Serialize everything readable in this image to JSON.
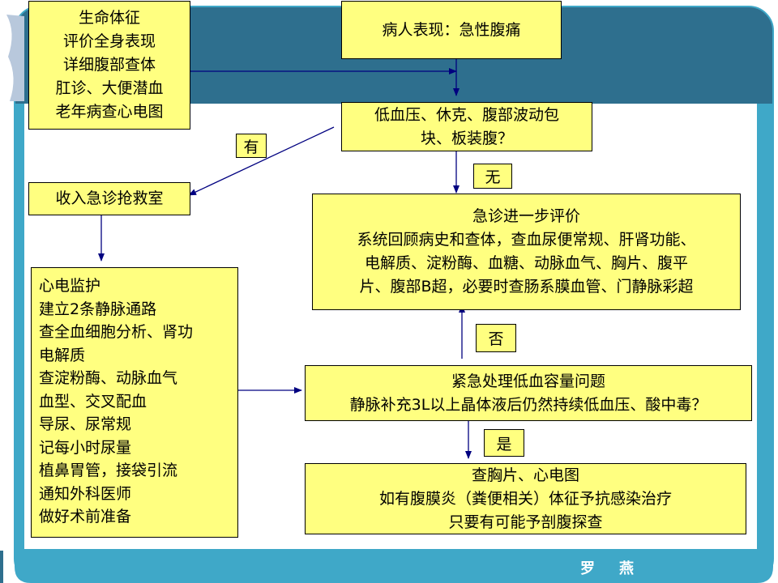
{
  "colors": {
    "frame": "#2e6f8e",
    "frame_edge": "#3fa8c8",
    "box_fill": "#ffff80",
    "arrow": "#000080",
    "author_text": "#ffffff"
  },
  "boxes": {
    "assessment": [
      "生命体征",
      "评价全身表现",
      "详细腹部查体",
      "肛诊、大便潜血",
      "老年病查心电图"
    ],
    "symptom": [
      "病人表现：急性腹痛"
    ],
    "shock_check": [
      "低血压、休克、腹部波动包",
      "块、板装腹？"
    ],
    "emergency_room": [
      "收入急诊抢救室"
    ],
    "further_eval": [
      "急诊进一步评价",
      "系统回顾病史和查体，查血尿便常规、肝肾功能、",
      "电解质、淀粉酶、血糖、动脉血气、胸片、腹平",
      "片、腹部B超，必要时查肠系膜血管、门静脉彩超"
    ],
    "rescue_measures": [
      "心电监护",
      "建立2条静脉通路",
      "查全血细胞分析、肾功",
      "电解质",
      "查淀粉酶、动脉血气",
      "血型、交叉配血",
      "导尿、尿常规",
      "记每小时尿量",
      "植鼻胃管，接袋引流",
      "通知外科医师",
      "做好术前准备"
    ],
    "hypovolemia": [
      "紧急处理低血容量问题",
      "静脉补充3L以上晶体液后仍然持续低血压、酸中毒？"
    ],
    "surgery_prep": [
      "查胸片、心电图",
      "如有腹膜炎（粪便相关）体征予抗感染治疗",
      "只要有可能予剖腹探查"
    ]
  },
  "labels": {
    "yes_shock": "有",
    "no_shock": "无",
    "no_persist": "否",
    "yes_persist": "是"
  },
  "footer": {
    "author": "罗燕"
  }
}
